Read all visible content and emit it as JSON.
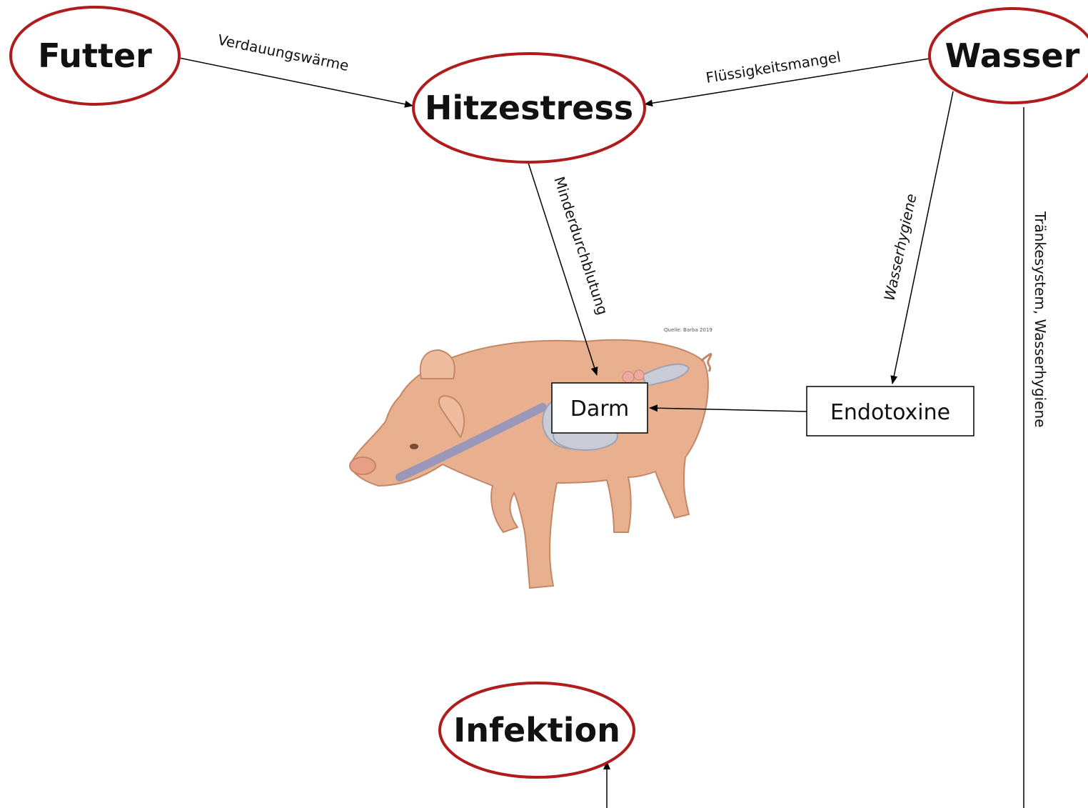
{
  "nodes": {
    "futter": "Futter",
    "hitzestress": "Hitzestress",
    "wasser": "Wasser",
    "infektion": "Infektion",
    "darm": "Darm",
    "endotoxine": "Endotoxine"
  },
  "edges": {
    "verdauungswaerme": "Verdauungswärme",
    "fluessigkeitsmangel": "Flüssigkeitsmangel",
    "minderdurchblutung": "Minderdurchblutung",
    "wasserhygiene": "Wasserhygiene",
    "traenkesystem": "Tränkesystem, Wasserhygiene"
  },
  "source_note": "Quelle: Barba 2019",
  "colors": {
    "ellipse_stroke": "#b01c1c",
    "pig_skin": "#e8b08f",
    "intestine": "#c9ccd6"
  }
}
